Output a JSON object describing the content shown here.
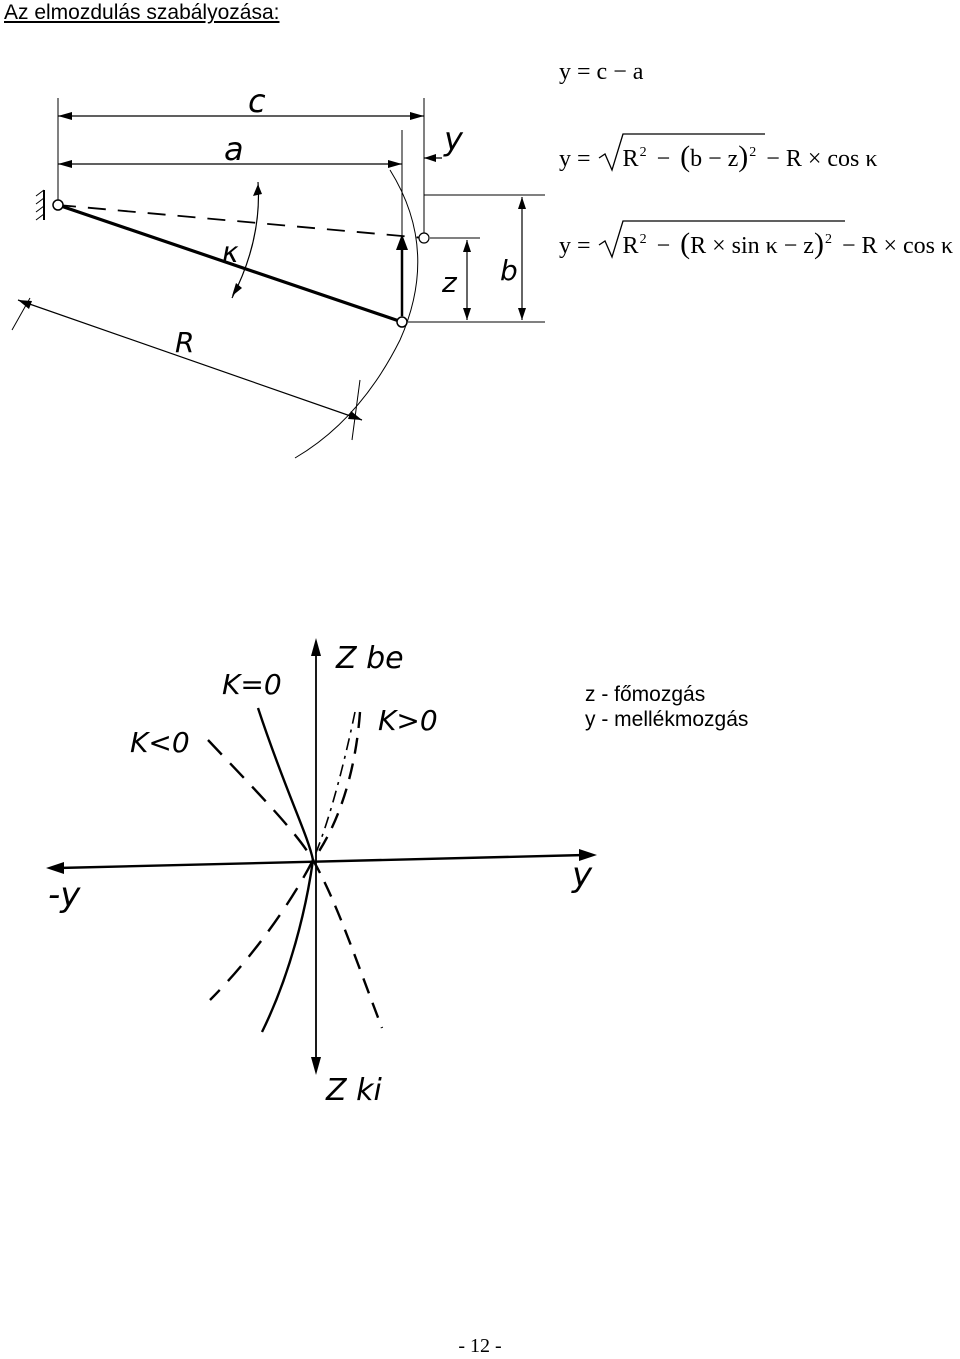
{
  "heading": "Az elmozdulás szabályozása:",
  "equations": {
    "eq1": "y = c − a",
    "eq2": {
      "lhs": "y =",
      "radicand_R": "R",
      "exp": "2",
      "minus": "−",
      "inner": "b − z",
      "tail": "− R × cos κ"
    },
    "eq3": {
      "lhs": "y =",
      "radicand_R": "R",
      "exp": "2",
      "minus": "−",
      "inner": "R × sin κ − z",
      "tail": "− R × cos κ"
    }
  },
  "figure1_labels": {
    "c": "c",
    "a": "a",
    "y": "y",
    "kappa": "κ",
    "z": "z",
    "b": "b",
    "R": "R"
  },
  "figure2_labels": {
    "z_in": "Z be",
    "z_out": "Z ki",
    "y_pos": "y",
    "y_neg": "-y",
    "k_zero": "K=0",
    "k_pos": "K>0",
    "k_neg": "K<0"
  },
  "legend": {
    "line1": "z - főmozgás",
    "line2": "y - mellékmozgás"
  },
  "page_number": "- 12 -"
}
